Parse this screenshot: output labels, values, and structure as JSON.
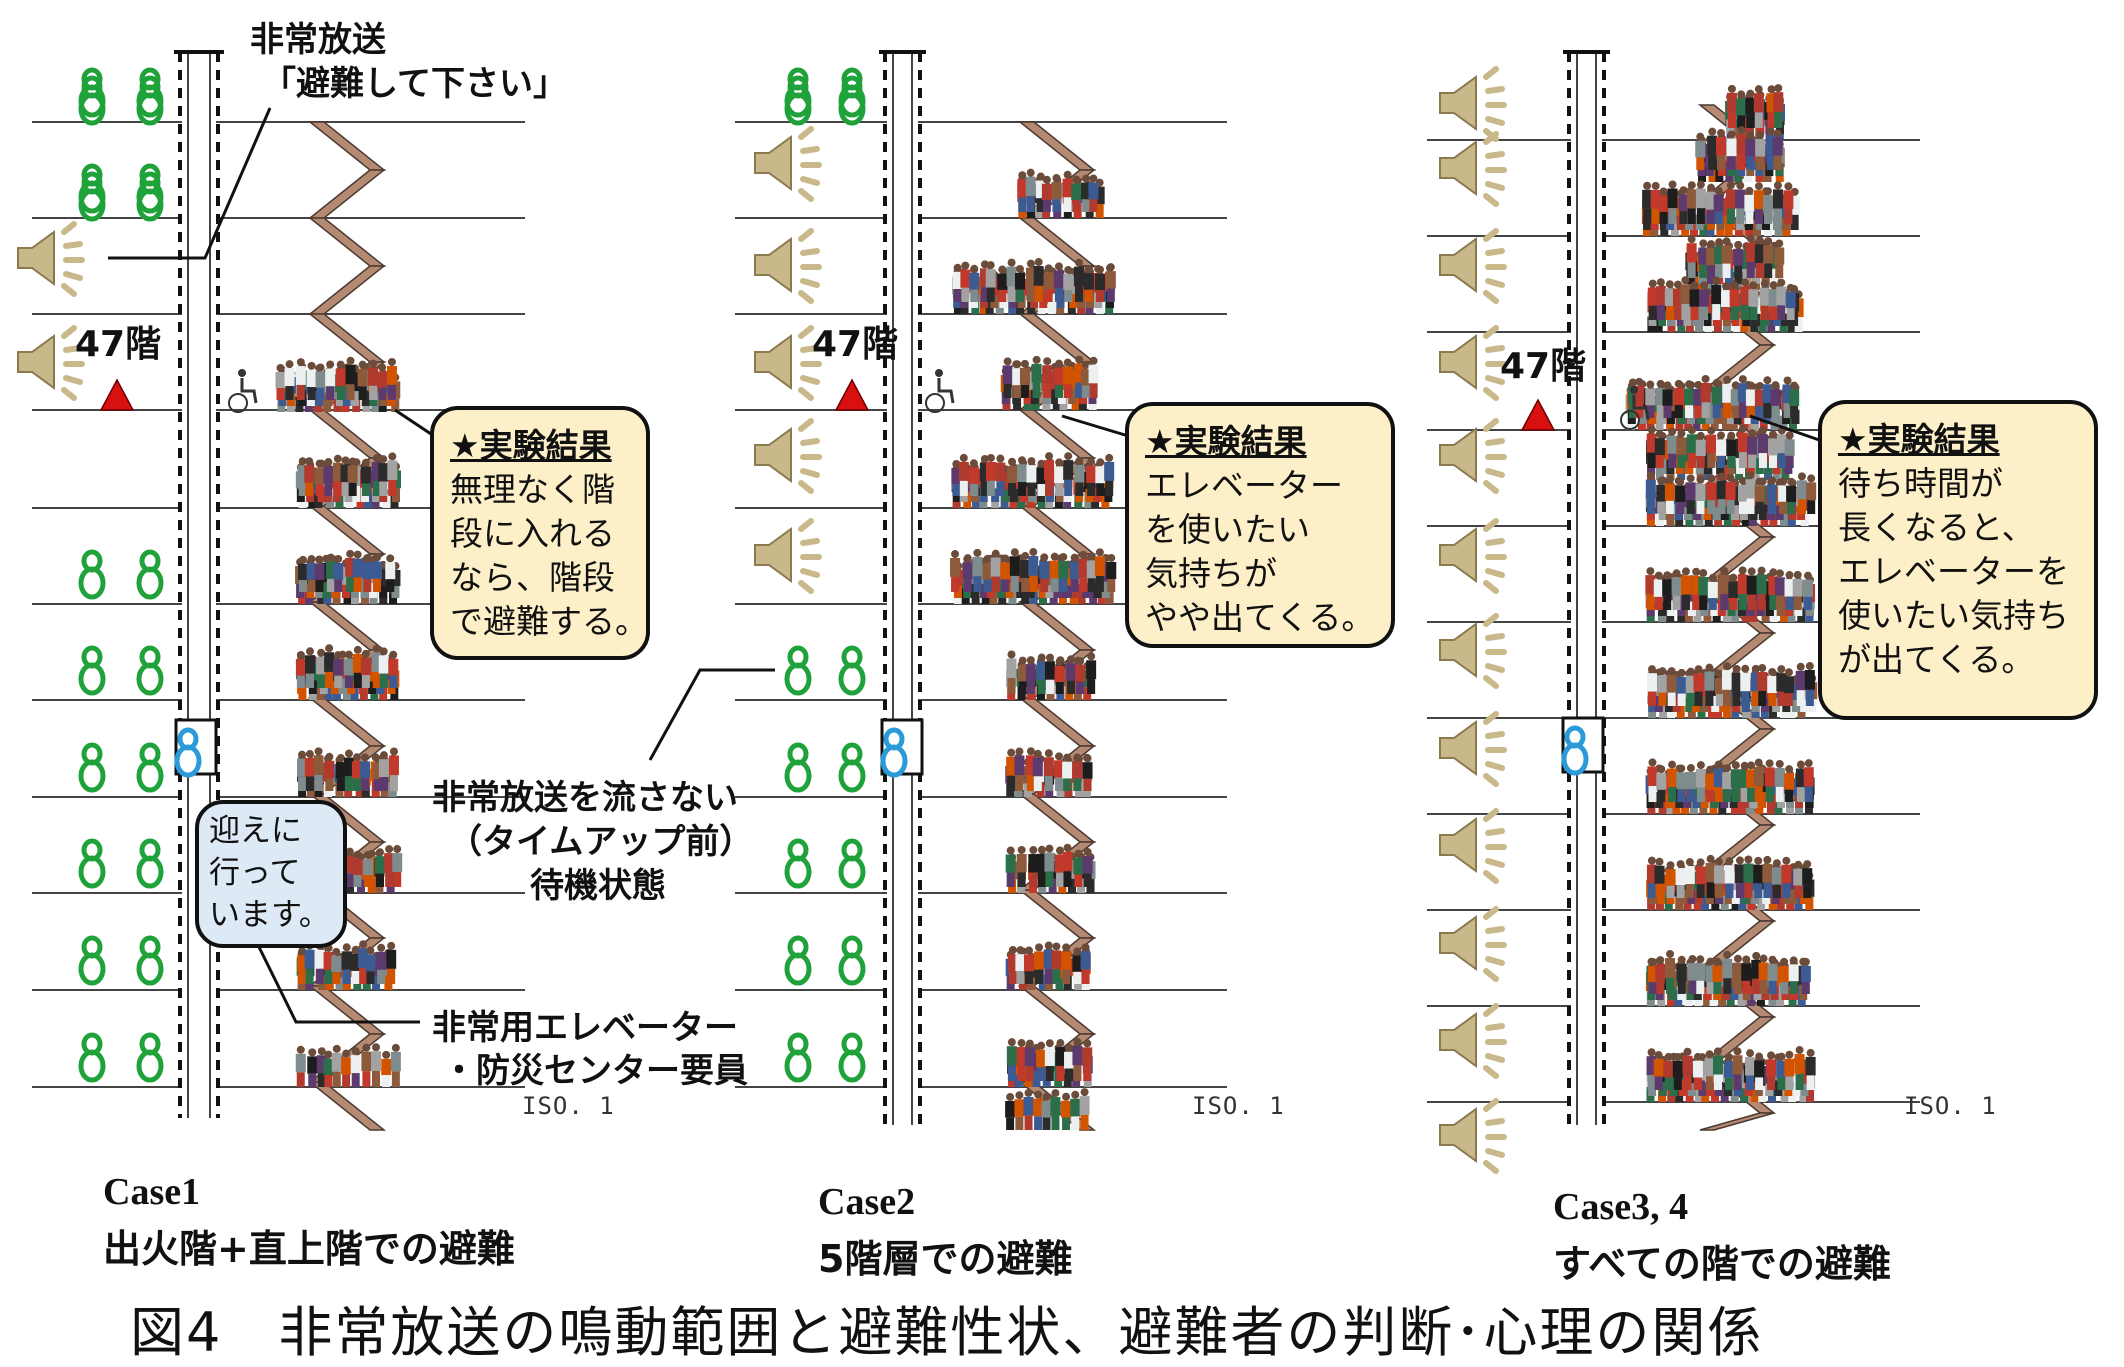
{
  "colors": {
    "occupant": "#1fa23a",
    "elevator_staff": "#2a9ad8",
    "stair": "#b48a72",
    "speaker": "#c9b98a",
    "fire_marker": "#d81010",
    "callout_result": "#fdf0c8",
    "callout_staff": "#dde9f5"
  },
  "icons": [
    "occupant-icon",
    "speaker-icon",
    "fire-floor-marker-icon",
    "wheelchair-icon",
    "elevator-car-icon",
    "evacuee-crowd"
  ],
  "annotations": {
    "broadcast_line1": "非常放送",
    "broadcast_line2": "「避難して下さい」",
    "no_broadcast_line1": "非常放送を流さない",
    "no_broadcast_line2": "（タイムアップ前）",
    "no_broadcast_line3": "待機状態",
    "staff_line1": "非常用エレベーター",
    "staff_line2": "・防災センター要員",
    "pickup_line1": "迎えに",
    "pickup_line2": "行って",
    "pickup_line3": "います。"
  },
  "panels": [
    {
      "floor_label": "47階",
      "result_heading": "★実験結果",
      "result_lines": [
        "無理なく階",
        "段に入れる",
        "なら、階段",
        "で避難する。"
      ],
      "scale_label": "ISO. 1",
      "case_label": "Case1",
      "case_desc": "出火階+直上階での避難"
    },
    {
      "floor_label": "47階",
      "result_heading": "★実験結果",
      "result_lines": [
        "エレベーター",
        "を使いたい",
        "気持ちが",
        "やや出てくる。"
      ],
      "scale_label": "ISO. 1",
      "case_label": "Case2",
      "case_desc": "5階層での避難"
    },
    {
      "floor_label": "47階",
      "result_heading": "★実験結果",
      "result_lines": [
        "待ち時間が",
        "長くなると、",
        "エレベーターを",
        "使いたい気持ち",
        "が出てくる。"
      ],
      "scale_label": "ISO. 1",
      "case_label": "Case3, 4",
      "case_desc": "すべての階での避難"
    }
  ],
  "figure_title": "図4　非常放送の鳴動範囲と避難性状、避難者の判断･心理の関係"
}
